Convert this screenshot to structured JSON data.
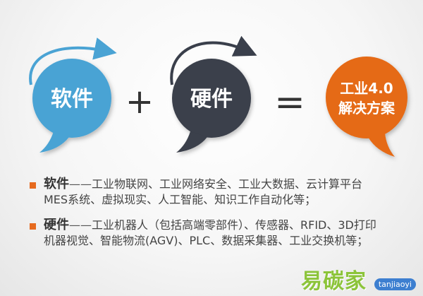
{
  "colors": {
    "software_bubble": "#4aa3d4",
    "hardware_bubble": "#3a3f4b",
    "solution_bubble": "#e56a16",
    "bullet": "#e66a1f",
    "watermark": "#8cc43a"
  },
  "equation": {
    "software_label": "软件",
    "plus": "+",
    "hardware_label": "硬件",
    "equals": "=",
    "solution_line1": "工业4.0",
    "solution_line2": "解决方案"
  },
  "bullets": [
    {
      "title": "软件",
      "dash": "——",
      "line1": "工业物联网、工业网络安全、工业大数据、云计算平台",
      "line2": "MES系统、虚拟现实、人工智能、知识工作自动化等；"
    },
    {
      "title": "硬件",
      "dash": "——",
      "line1": "工业机器人（包括高端零部件）、传感器、RFID、3D打印",
      "line2": "机器视觉、智能物流(AGV)、PLC、数据采集器、工业交换机等；"
    }
  ],
  "watermark": {
    "cn": "易碳家",
    "en": "tanjiaoyi"
  }
}
